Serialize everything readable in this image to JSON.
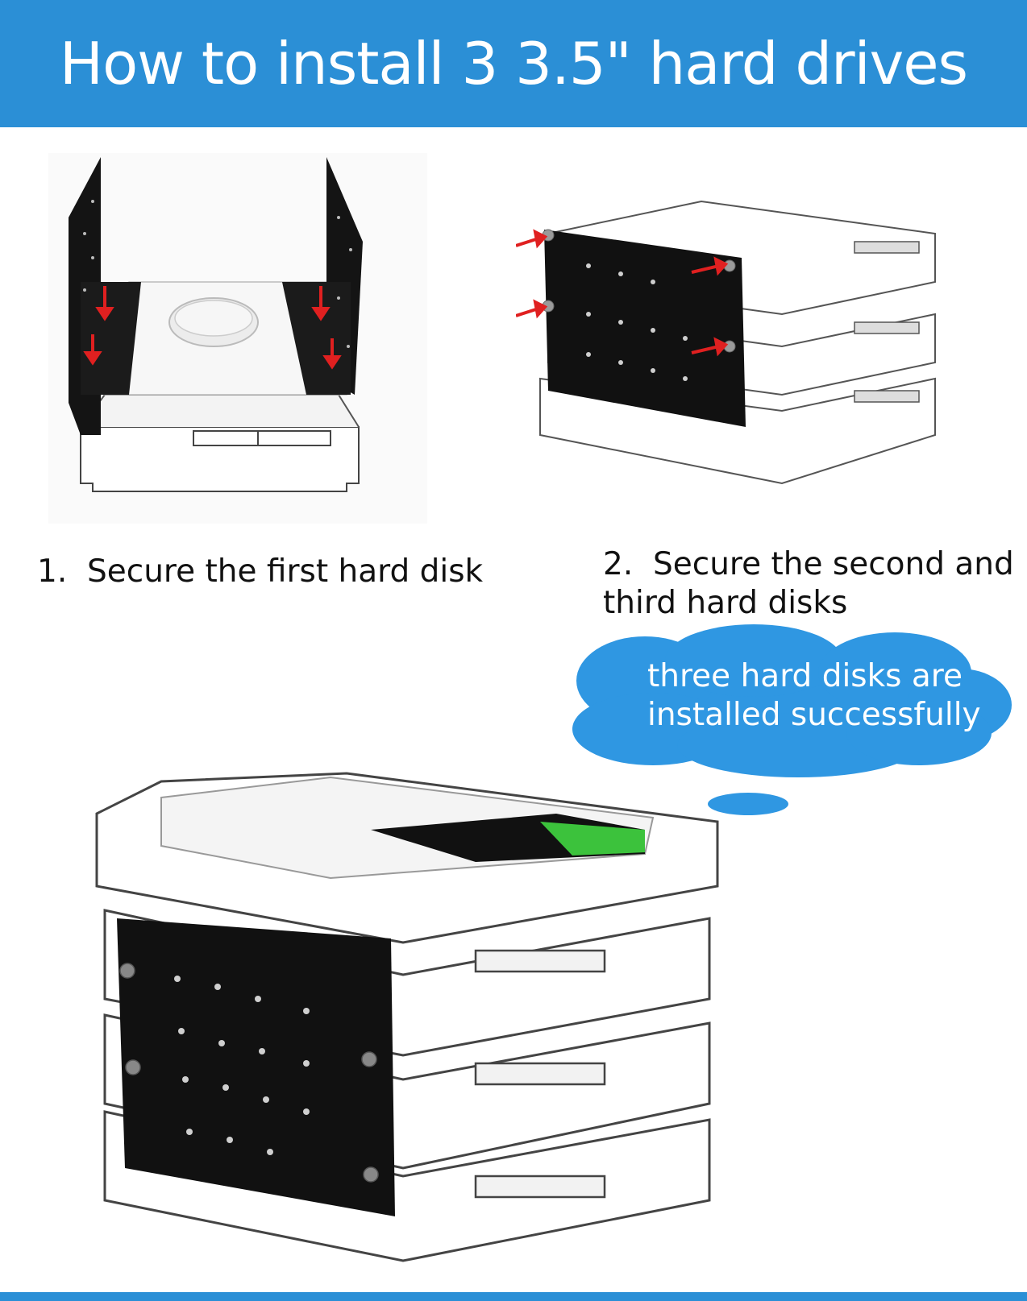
{
  "header": {
    "title": "How to install 3 3.5\" hard drives"
  },
  "steps": [
    {
      "number": "1.",
      "text": "Secure the first hard disk"
    },
    {
      "number": "2.",
      "text_line1": "Secure the second and",
      "text_line2": "third hard disks"
    }
  ],
  "callout": {
    "line1": "three hard disks are",
    "line2": "installed successfully"
  },
  "colors": {
    "brand_blue": "#2b8fd6",
    "cloud_blue": "#2f97e2",
    "arrow_red": "#e02020",
    "bracket_black": "#111111",
    "label_green": "#3cc23c"
  }
}
